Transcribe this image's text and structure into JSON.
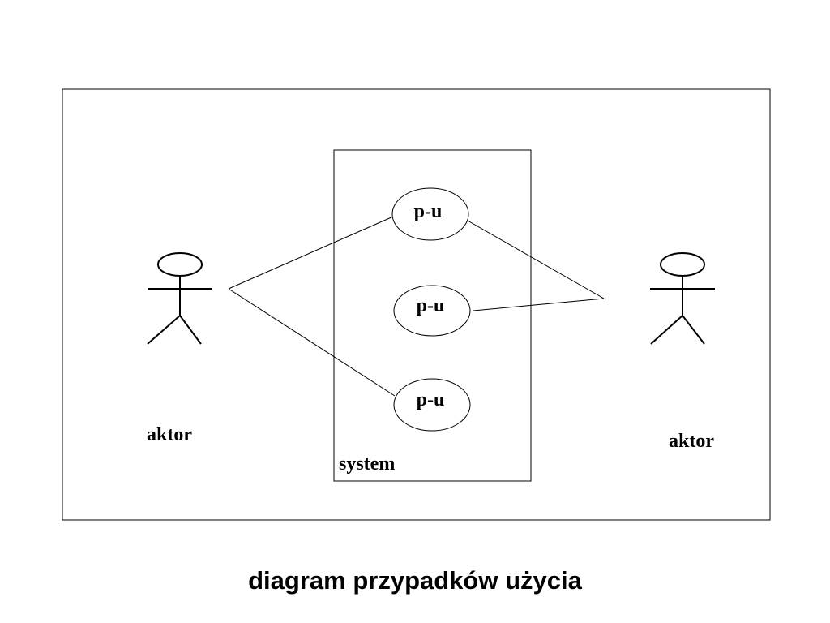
{
  "diagram": {
    "system_label": "system",
    "use_cases": [
      {
        "label": "p-u"
      },
      {
        "label": "p-u"
      },
      {
        "label": "p-u"
      }
    ],
    "actors": [
      {
        "label": "aktor"
      },
      {
        "label": "aktor"
      }
    ],
    "caption": "diagram przypadków użycia"
  },
  "colors": {
    "stroke": "#000000",
    "background": "#ffffff",
    "text": "#000000"
  }
}
